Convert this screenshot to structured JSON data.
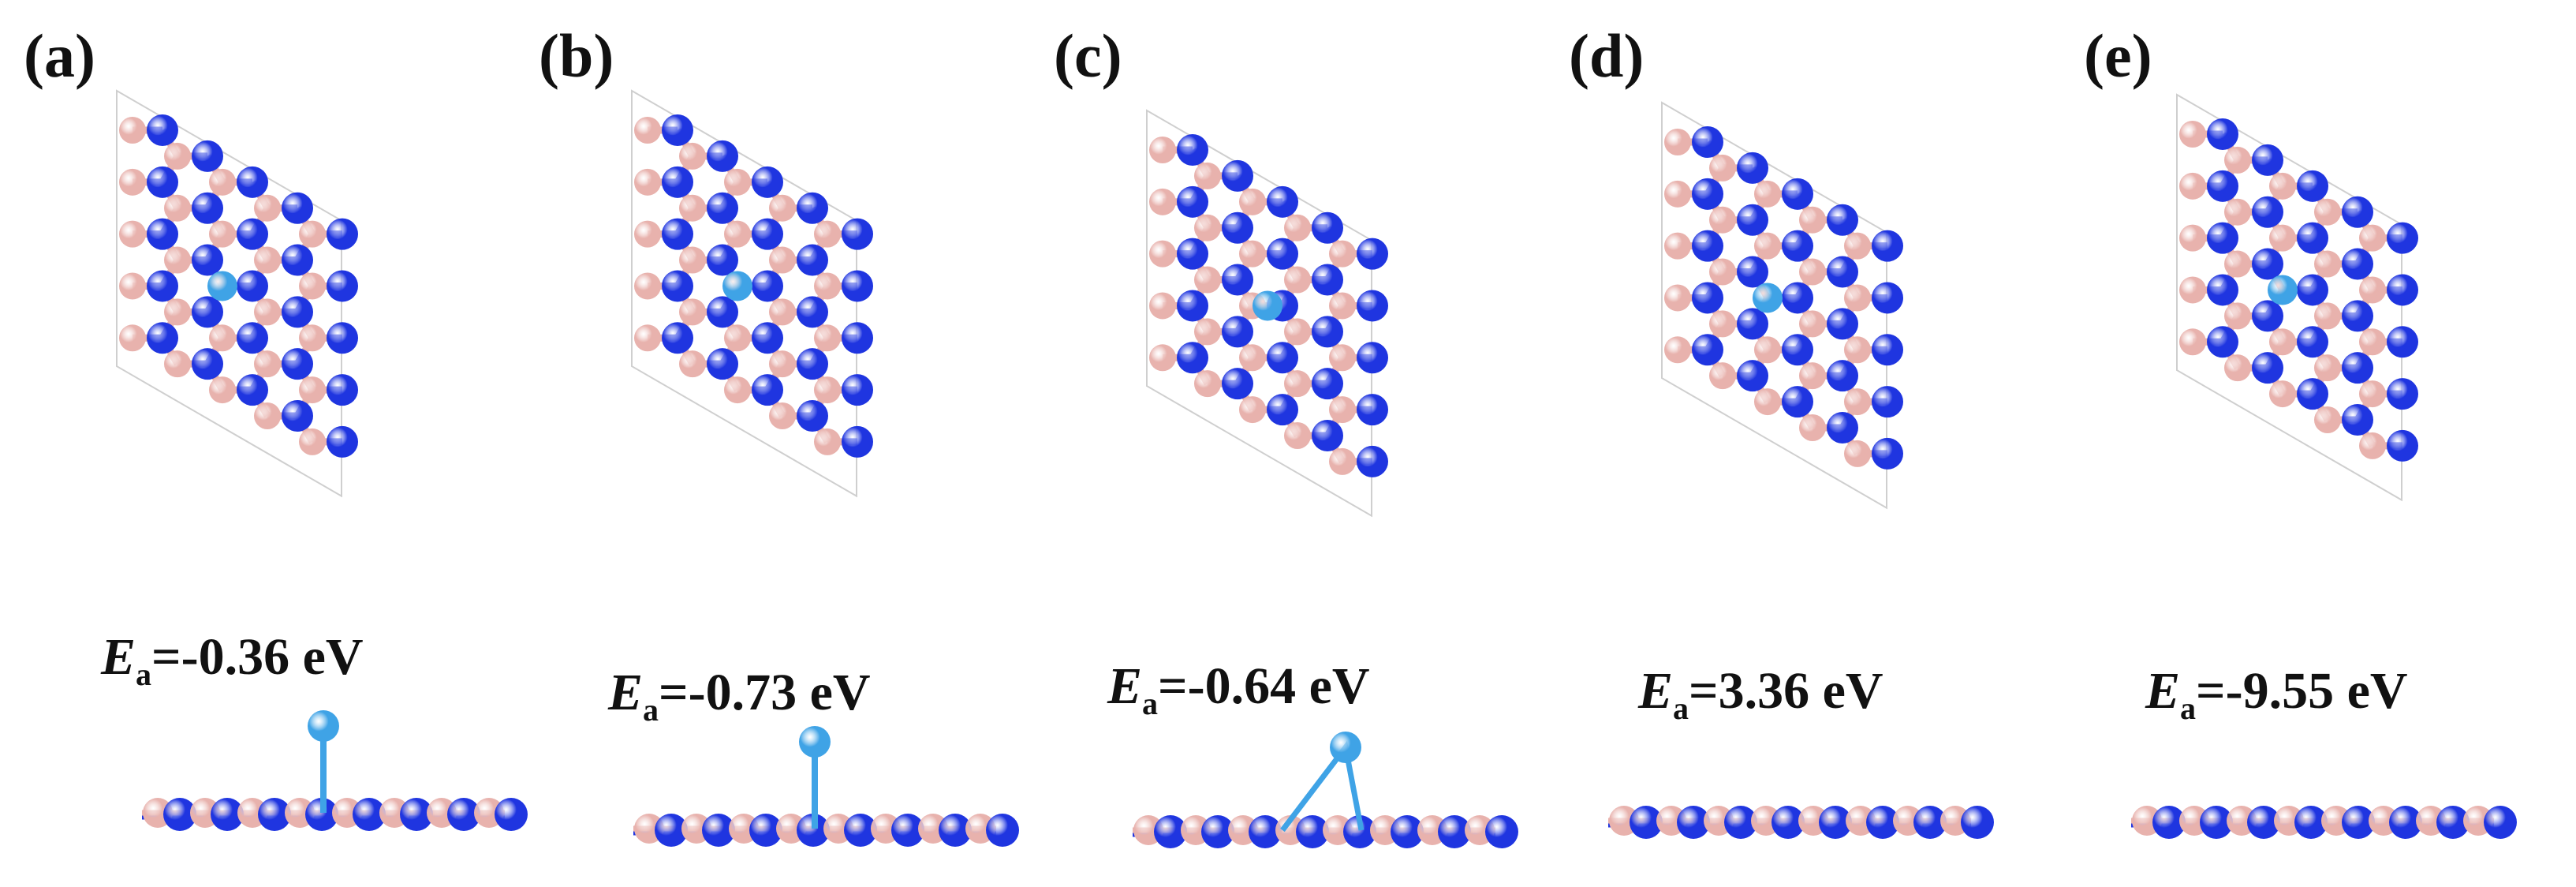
{
  "figure": {
    "panels": [
      {
        "label": "(a)",
        "energy_symbol": "E",
        "energy_subscript": "a",
        "energy_value": "=-0.36 eV",
        "adsorption": "atop"
      },
      {
        "label": "(b)",
        "energy_symbol": "E",
        "energy_subscript": "a",
        "energy_value": "=-0.73 eV",
        "adsorption": "atop"
      },
      {
        "label": "(c)",
        "energy_symbol": "E",
        "energy_subscript": "a",
        "energy_value": "=-0.64 eV",
        "adsorption": "bridge"
      },
      {
        "label": "(d)",
        "energy_symbol": "E",
        "energy_subscript": "a",
        "energy_value": "=3.36 eV",
        "adsorption": "substitution"
      },
      {
        "label": "(e)",
        "energy_symbol": "E",
        "energy_subscript": "a",
        "energy_value": "=-9.55 eV",
        "adsorption": "substitution"
      }
    ]
  },
  "colors": {
    "boron": "#e8b2ad",
    "nitrogen": "#1f35e0",
    "adatom": "#3fa3e6",
    "cell_outline": "#cfcfcf"
  }
}
